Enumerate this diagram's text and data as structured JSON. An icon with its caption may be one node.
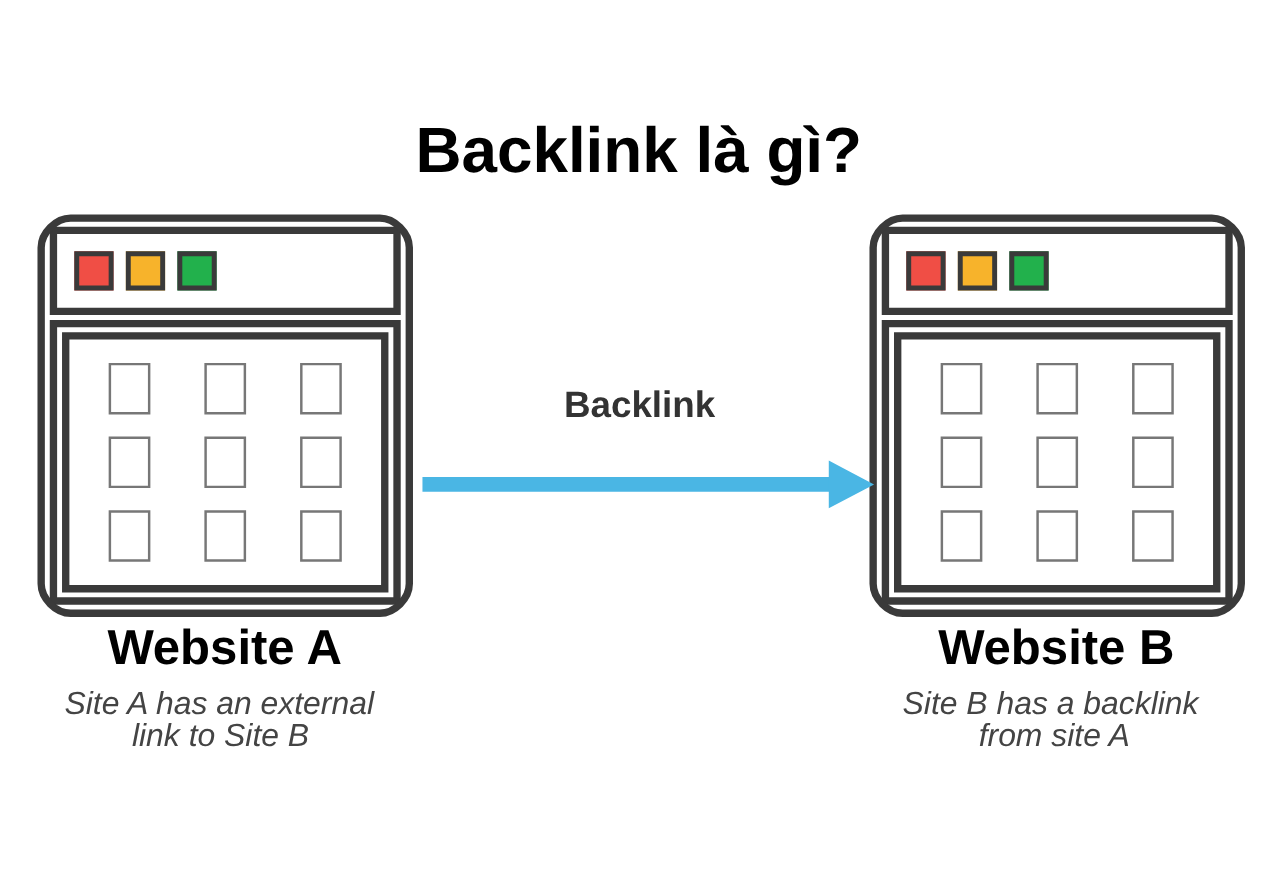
{
  "diagram": {
    "title": "Backlink là gì?",
    "nodes": [
      {
        "text": [
          "Website A",
          "Site A has an external link to Site B"
        ]
      },
      {
        "text": [
          "Website B",
          "Site B has a backlink from site A"
        ]
      }
    ],
    "edges": [
      {
        "from": 0,
        "to": 1,
        "arrow": "to",
        "label": "Backlink",
        "color": "#4ab6e4"
      }
    ]
  }
}
